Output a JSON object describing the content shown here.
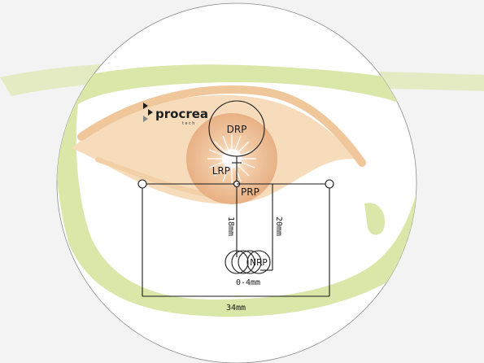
{
  "logo": {
    "name": "procrea",
    "sub": "tech"
  },
  "labels": {
    "distance_reference_point": "DRP",
    "lens_reference_point": "LRP",
    "prism_reference_point": "PRP",
    "near_reference_point": "NRP"
  },
  "measurements": {
    "drp_to_nrp": "18mm",
    "prp_to_nrp_right": "20mm",
    "inset": "0-4mm",
    "half_width": "34mm"
  },
  "colors": {
    "frame": "#d9e5a6",
    "eye_skin": "#f6d3ab",
    "iris": "#e9b58a",
    "line": "#1a1a1a",
    "background": "#f3f3f3"
  }
}
